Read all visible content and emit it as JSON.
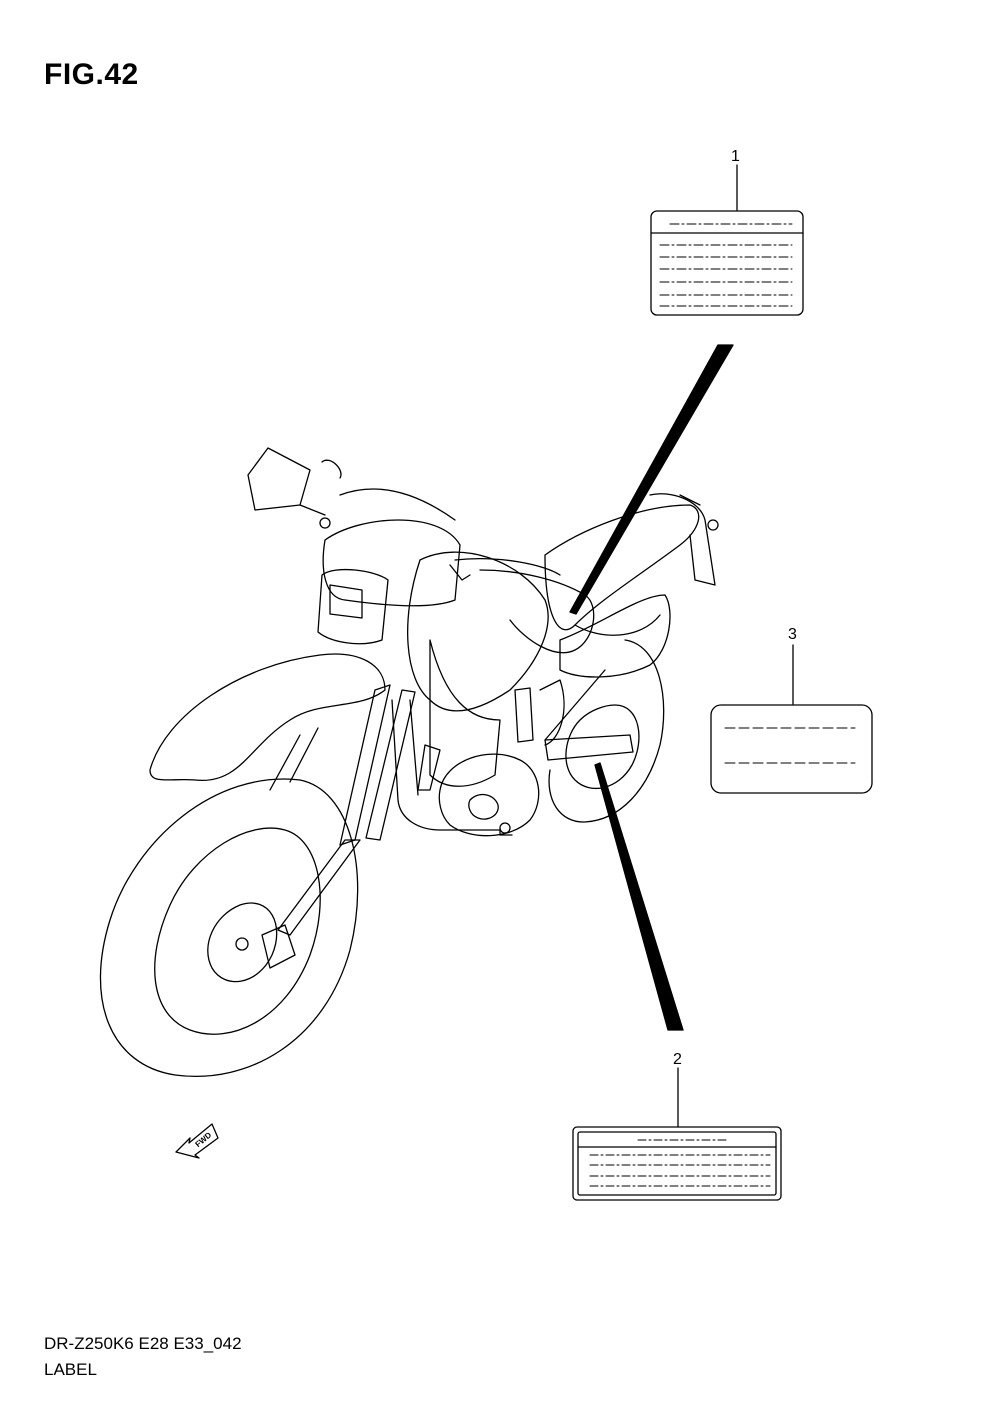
{
  "figure": {
    "title": "FIG.42",
    "code": "DR-Z250K6 E28 E33_042",
    "name": "LABEL"
  },
  "callouts": [
    {
      "number": "1"
    },
    {
      "number": "2"
    },
    {
      "number": "3"
    }
  ],
  "fwd_arrow": {
    "text": "FWD"
  }
}
